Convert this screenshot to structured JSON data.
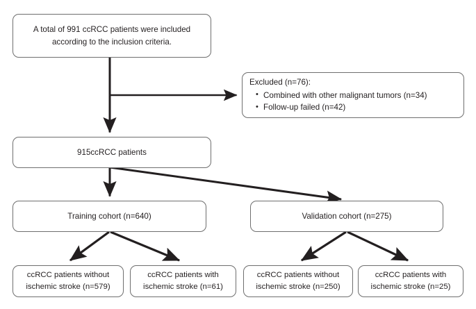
{
  "diagram": {
    "title": "ccRCC patient inclusion flowchart",
    "type": "flowchart",
    "stroke_color": "#231f20",
    "box_border_color": "#6e6e6e",
    "background_color": "#ffffff"
  },
  "nodes": {
    "total": {
      "line1": "A total of 991 ccRCC patients were included",
      "line2": "according to the inclusion criteria.",
      "count": 991
    },
    "excluded": {
      "title": "Excluded (n=76):",
      "count": 76,
      "reasons": [
        {
          "label": "Combined with other malignant tumors (n=34)",
          "count": 34
        },
        {
          "label": "Follow-up failed (n=42)",
          "count": 42
        }
      ],
      "bullet": "•"
    },
    "remaining": {
      "label": "915ccRCC patients",
      "count": 915
    },
    "training": {
      "label": "Training cohort (n=640)",
      "count": 640
    },
    "validation": {
      "label": "Validation cohort (n=275)",
      "count": 275
    },
    "train_without_stroke": {
      "line1": "ccRCC patients without",
      "line2": "ischemic stroke (n=579)",
      "count": 579
    },
    "train_with_stroke": {
      "line1": "ccRCC patients with",
      "line2": "ischemic stroke (n=61)",
      "count": 61
    },
    "val_without_stroke": {
      "line1": "ccRCC patients without",
      "line2": "ischemic stroke (n=250)",
      "count": 250
    },
    "val_with_stroke": {
      "line1": "ccRCC patients with",
      "line2": "ischemic stroke (n=25)",
      "count": 25
    }
  },
  "edges": [
    {
      "name": "total-to-remaining",
      "from": "total",
      "to": "remaining"
    },
    {
      "name": "total-to-excluded",
      "from": "total",
      "to": "excluded"
    },
    {
      "name": "remaining-to-training",
      "from": "remaining",
      "to": "training"
    },
    {
      "name": "remaining-to-validation",
      "from": "remaining",
      "to": "validation"
    },
    {
      "name": "training-to-without-stroke",
      "from": "training",
      "to": "train_without_stroke"
    },
    {
      "name": "training-to-with-stroke",
      "from": "training",
      "to": "train_with_stroke"
    },
    {
      "name": "validation-to-without-stroke",
      "from": "validation",
      "to": "val_without_stroke"
    },
    {
      "name": "validation-to-with-stroke",
      "from": "validation",
      "to": "val_with_stroke"
    }
  ]
}
